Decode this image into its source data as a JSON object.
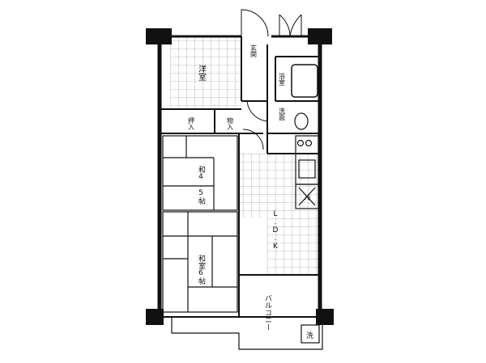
{
  "rooms": {
    "western": "洋室",
    "entrance": "玄関",
    "bathroom": "浴室",
    "washroom": "洗面",
    "closet_left": "押入",
    "closet_right": "物入",
    "japanese_small": "和4.5帖",
    "japanese_large": "和室6帖",
    "ldk": "L.D.K",
    "balcony": "バルコニー",
    "fridge_mark": "冷",
    "washer_mark": "洗"
  },
  "colors": {
    "wall": "#111111",
    "fill": "#ffffff",
    "hatch": "#222222"
  }
}
